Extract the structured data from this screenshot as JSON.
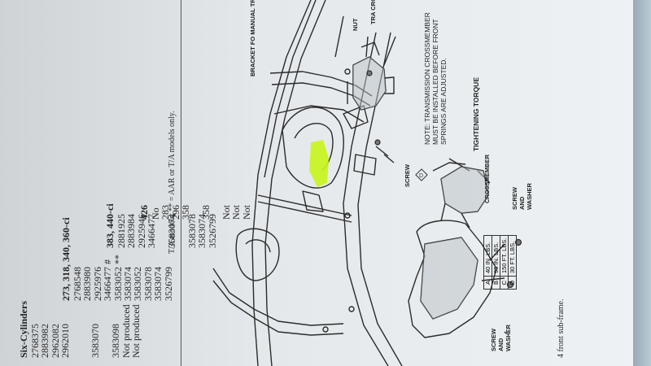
{
  "table": {
    "columns": [
      {
        "header": "Six-Cylinders",
        "cells": [
          "2768375",
          "2883982",
          "2962082",
          "2962010",
          "",
          "",
          "3583070",
          "",
          "3583098",
          "Not produced",
          "Not produced"
        ]
      },
      {
        "header": "273, 318, 340, 360-ci",
        "cells": [
          "2768548",
          "2883980",
          "2925976",
          "3466477 #",
          "3583052 **",
          "3583074",
          "3583052",
          "3583078",
          "3583074",
          "3526799"
        ]
      },
      {
        "header": "383, 440-ci",
        "cells": [
          "2881925",
          "2883984",
          "2925946",
          "3466477",
          "",
          "3583074",
          "",
          "3583078",
          "3583074",
          "3526799"
        ]
      },
      {
        "header": "426",
        "cells": [
          "No",
          "283",
          "296",
          "358",
          "",
          "358",
          "",
          "Not",
          "Not",
          "Not"
        ]
      }
    ],
    "footnote_models": "T/A models; ** = AAR or T/A models only.",
    "caption": "4 front sub-frame."
  },
  "notes": {
    "transmission": "NOTE: TRANSMISSION CROSSMEMBER MUST BE INSTALLED BEFORE FRONT SPRINGS ARE ADJUSTED.",
    "torque_title": "TIGHTENING TORQUE"
  },
  "torque": [
    {
      "key": "A",
      "value": "40 IN. LBS."
    },
    {
      "key": "B",
      "value": "95 IN. LBS."
    },
    {
      "key": "C",
      "value": "150 FT. LBS."
    },
    {
      "key": "D",
      "value": "30 FT. LBS."
    }
  ],
  "labels": {
    "bracket": "BRACKET FO MANUAL TRA ONLY",
    "nut": "NUT",
    "trans_cross": "TRA CRO",
    "screw": "SCREW",
    "screw_key": "D",
    "crossmember": "CROSSMEMBER",
    "screw_washer_1": "SCREW AND WASHER",
    "screw_washer_2": "SCREW AND WASHER"
  },
  "colors": {
    "highlight": "#c9f51a",
    "paper": "#e6eaed",
    "ink": "#2a2a2a"
  }
}
